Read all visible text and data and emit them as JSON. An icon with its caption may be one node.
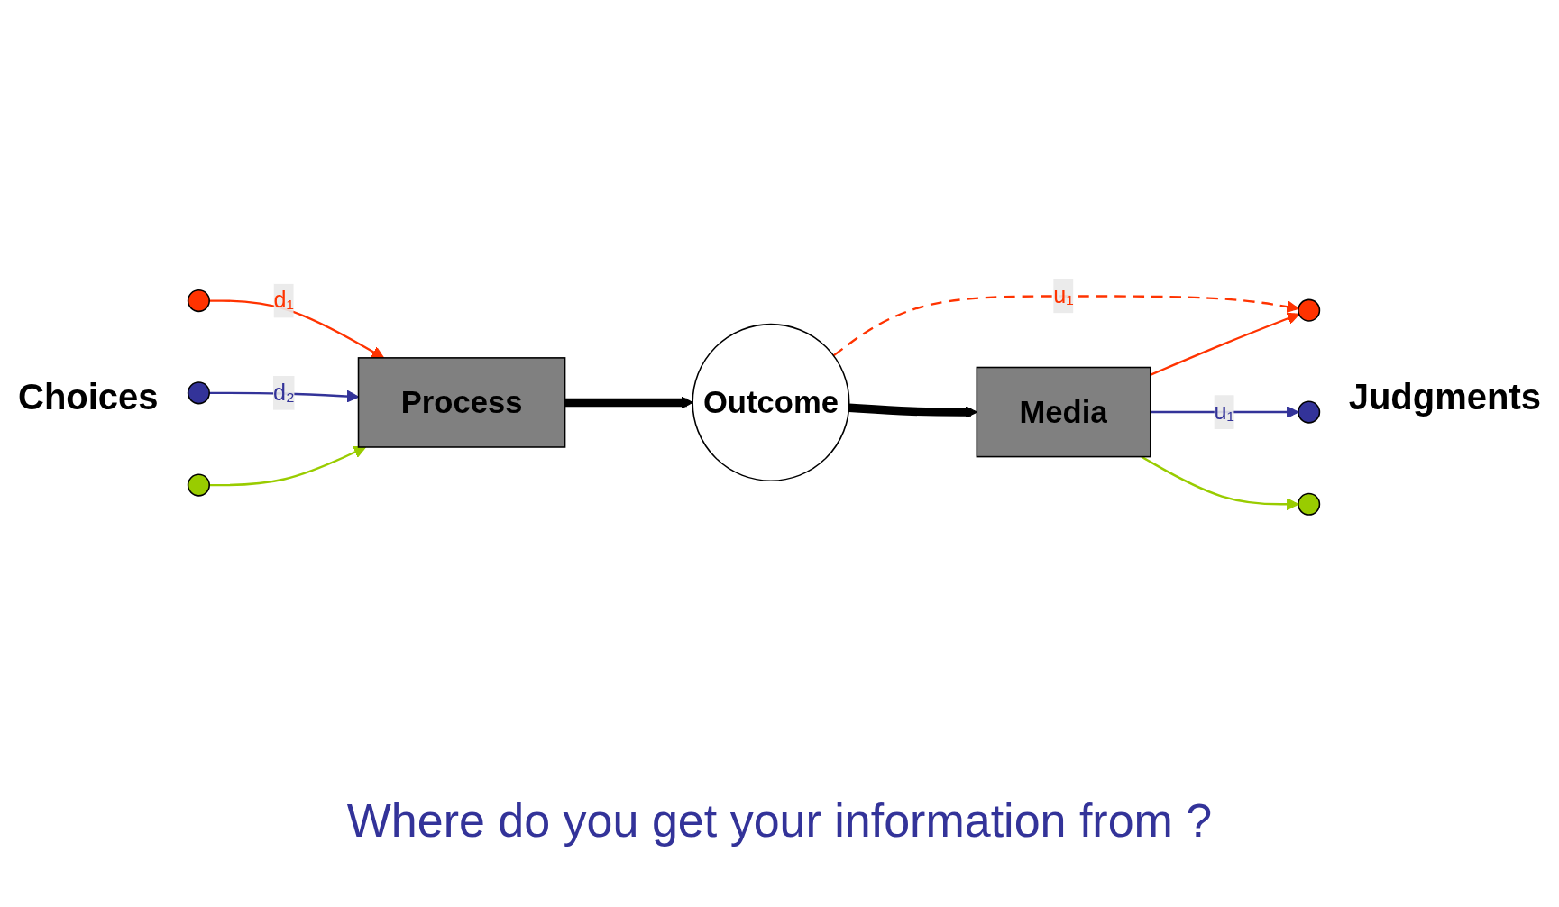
{
  "diagram": {
    "caption": "Where do you get your information from ?",
    "nodes": [
      {
        "text": [],
        "shape": "circle"
      },
      {
        "text": [],
        "shape": "circle"
      },
      {
        "text": [],
        "shape": "circle"
      },
      {
        "text": [
          "Process"
        ]
      },
      {
        "text": [
          "Outcome"
        ]
      },
      {
        "text": [
          "Media"
        ]
      },
      {
        "text": [],
        "shape": "circle"
      },
      {
        "text": [],
        "shape": "circle"
      },
      {
        "text": [],
        "shape": "circle"
      }
    ],
    "edges": [
      {
        "from": 0,
        "to": 3,
        "arrow": "to",
        "label": "d₁",
        "color": "#ff3300"
      },
      {
        "from": 1,
        "to": 3,
        "arrow": "to",
        "label": "d₂",
        "color": "#333399"
      },
      {
        "from": 2,
        "to": 3,
        "arrow": "to",
        "color": "#99cc00"
      },
      {
        "from": 3,
        "to": 4,
        "arrow": "to",
        "style": "thick",
        "color": "#000000"
      },
      {
        "from": 4,
        "to": 5,
        "arrow": "to",
        "style": "thick",
        "color": "#000000"
      },
      {
        "from": 4,
        "to": 6,
        "arrow": "to",
        "style": "dashed",
        "label": "u₁",
        "color": "#ff3300"
      },
      {
        "from": 5,
        "to": 6,
        "arrow": "to",
        "color": "#ff3300"
      },
      {
        "from": 5,
        "to": 7,
        "arrow": "to",
        "label": "u₁",
        "color": "#333399"
      },
      {
        "from": 5,
        "to": 8,
        "arrow": "to",
        "color": "#99cc00"
      }
    ],
    "labels": [
      "Choices",
      "Judgments"
    ]
  }
}
